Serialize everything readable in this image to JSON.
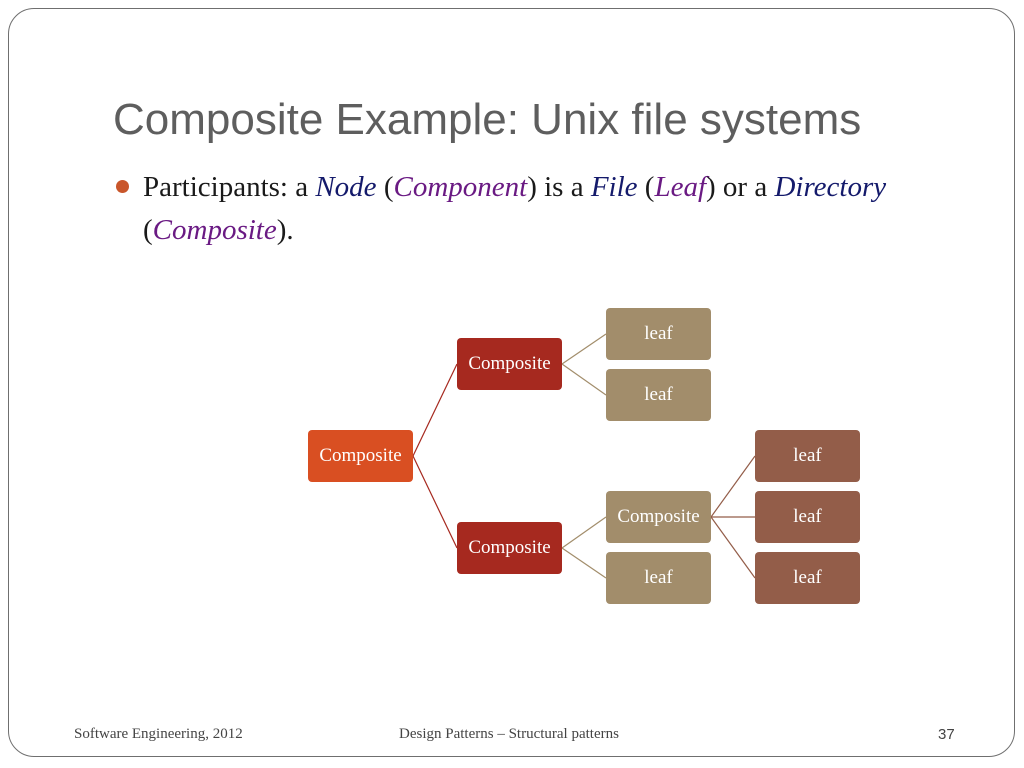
{
  "title": "Composite Example: Unix file systems",
  "bullet": {
    "prefix": "Participants: a ",
    "node": "Node",
    "component": "Component",
    "is_a": ") is a ",
    "file": "File",
    "leaf": "Leaf",
    "or_a": ") or a ",
    "directory": "Directory",
    "composite": "Composite",
    "end": ")."
  },
  "tree": {
    "root": "Composite",
    "upper_composite": "Composite",
    "upper_leaf_1": "leaf",
    "upper_leaf_2": "leaf",
    "lower_composite": "Composite",
    "inner_composite": "Composite",
    "lower_leaf": "leaf",
    "inner_leaf_1": "leaf",
    "inner_leaf_2": "leaf",
    "inner_leaf_3": "leaf"
  },
  "colors": {
    "root": "#d94f22",
    "composite_dark": "#a6291f",
    "leaf_tan": "#a28d6b",
    "leaf_brown": "#935d49",
    "bullet": "#c9562b",
    "role_text": "#141a6b",
    "pattern_text": "#6a1a83"
  },
  "footer": {
    "left": "Software Engineering, 2012",
    "center": "Design Patterns – Structural patterns",
    "page": "37"
  }
}
